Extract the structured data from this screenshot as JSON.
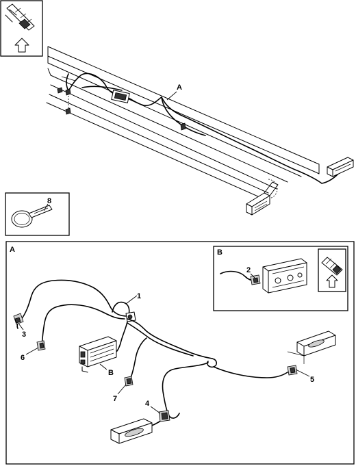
{
  "labels": {
    "detail_a_callout": "A",
    "panel_a_title": "A",
    "panel_b_title": "B",
    "item_b": "B",
    "item_1": "1",
    "item_2": "2",
    "item_3": "3",
    "item_4": "4",
    "item_5": "5",
    "item_6": "6",
    "item_7": "7",
    "item_8": "8"
  },
  "icons": {
    "orientation_top_left": "direction-arrow-icon",
    "orientation_panel_b": "direction-arrow-icon",
    "cable_tie": "cable-tie-icon"
  }
}
